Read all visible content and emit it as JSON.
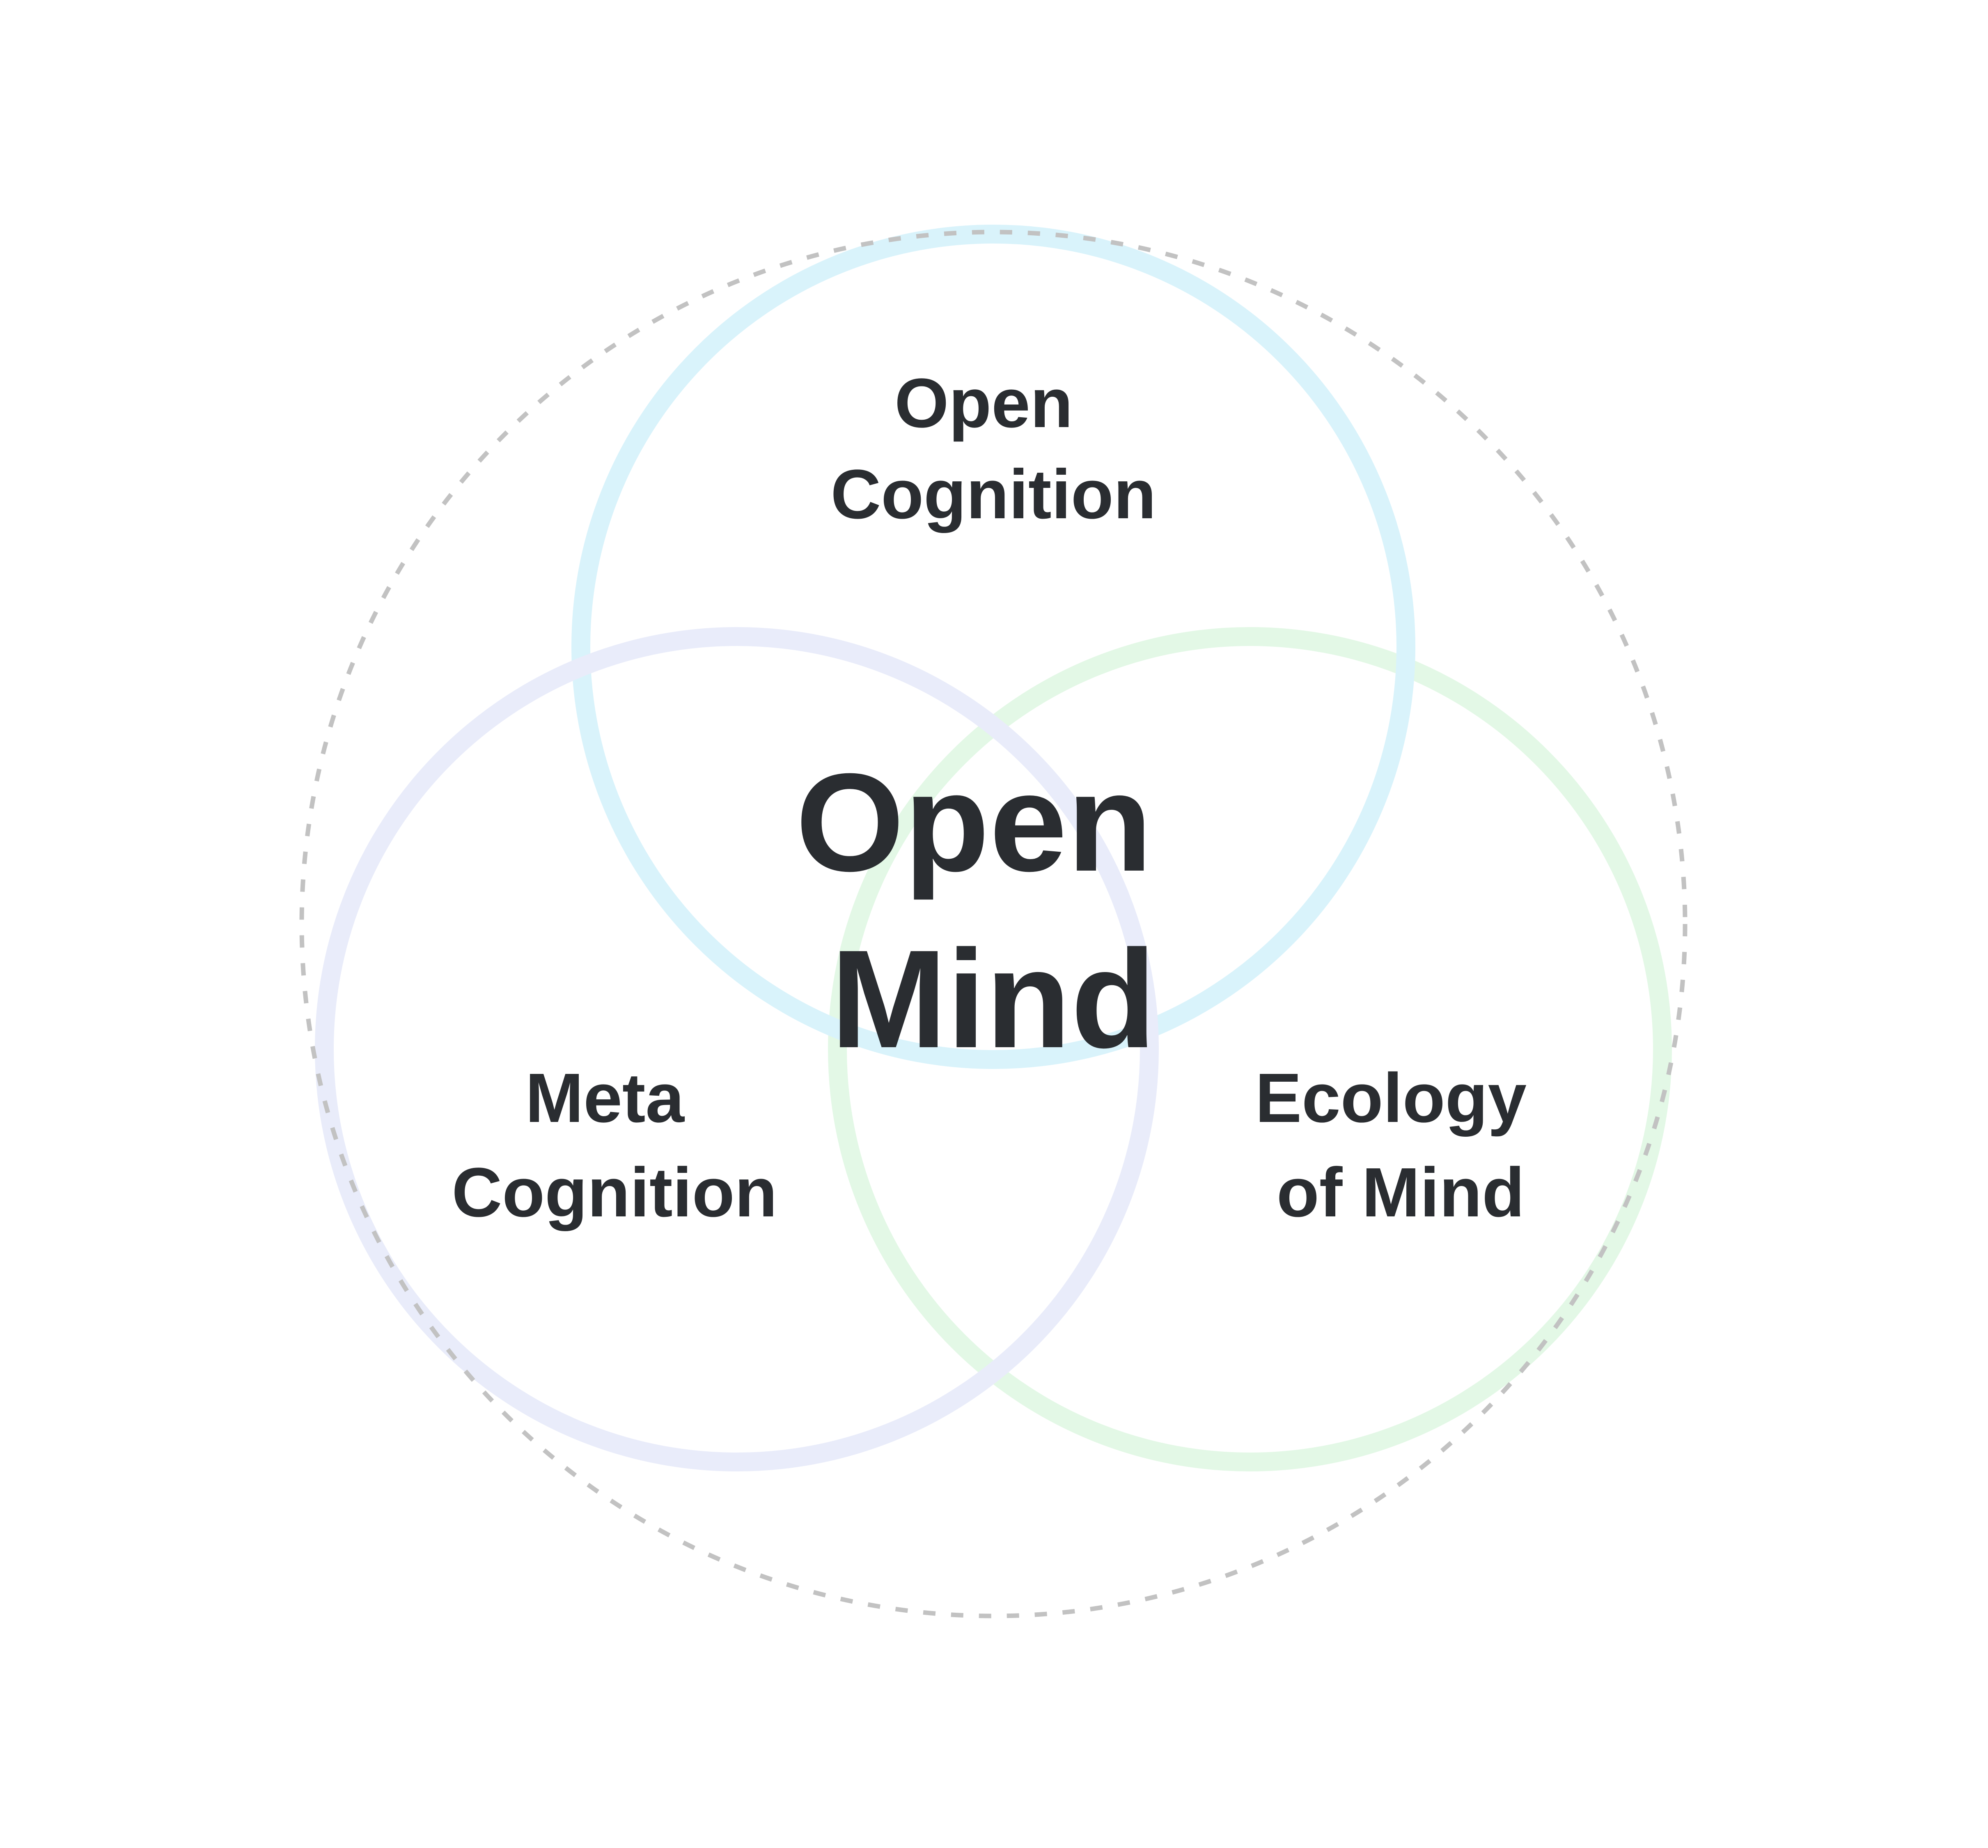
{
  "page": {
    "background_color": "#ffffff"
  },
  "diagram": {
    "type": "venn",
    "text_color": "#2a2d31",
    "outer_circle": {
      "name": "outer-boundary-circle",
      "style": "dashed",
      "stroke_color": "#c2c2c2"
    },
    "center_label": {
      "line1": "Open",
      "line2": "Mind"
    },
    "circles": [
      {
        "name": "open-cognition",
        "stroke_color": "#d9f3fb",
        "label": {
          "line1": "Open",
          "line2": "Cognition"
        }
      },
      {
        "name": "meta-cognition",
        "stroke_color": "#e9ecfa",
        "label": {
          "line1": "Meta",
          "line2": "Cognition"
        }
      },
      {
        "name": "ecology-of-mind",
        "stroke_color": "#e3f8e6",
        "label": {
          "line1": "Ecology",
          "line2": "of Mind"
        }
      }
    ]
  }
}
